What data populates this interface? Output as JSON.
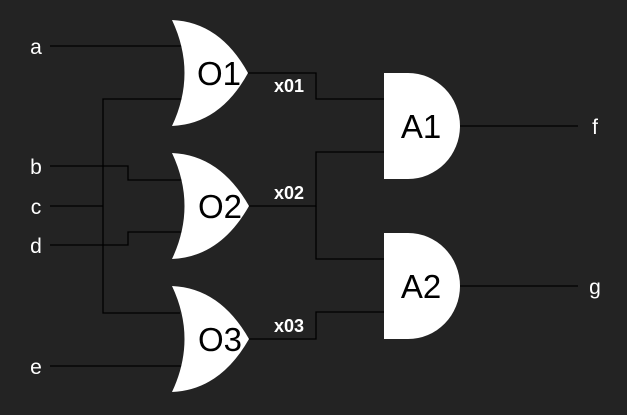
{
  "colors": {
    "background": "#232323",
    "gate_fill": "#ffffff",
    "wire": "#000000",
    "label_text": "#ffffff",
    "gate_text": "#000000"
  },
  "inputs": {
    "a": "a",
    "b": "b",
    "c": "c",
    "d": "d",
    "e": "e"
  },
  "outputs": {
    "f": "f",
    "g": "g"
  },
  "gates": {
    "o1": {
      "label": "O1",
      "type": "OR"
    },
    "o2": {
      "label": "O2",
      "type": "OR"
    },
    "o3": {
      "label": "O3",
      "type": "OR"
    },
    "a1": {
      "label": "A1",
      "type": "AND"
    },
    "a2": {
      "label": "A2",
      "type": "AND"
    }
  },
  "wires": {
    "x01": "x01",
    "x02": "x02",
    "x03": "x03"
  }
}
